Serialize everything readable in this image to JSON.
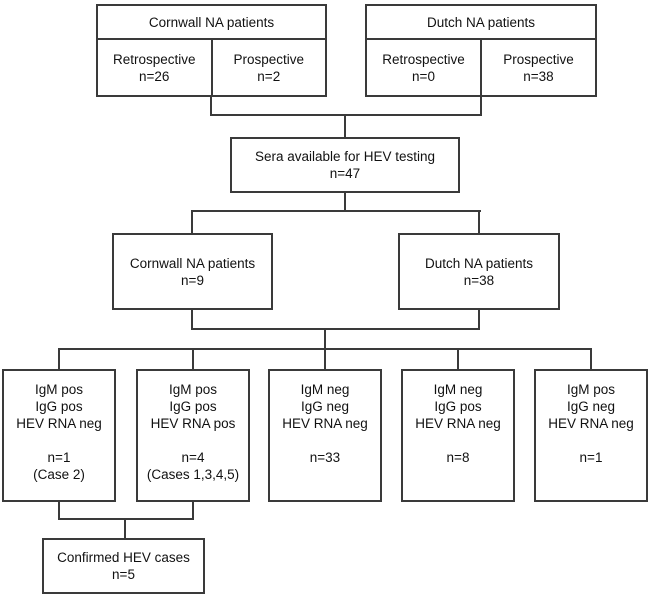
{
  "figure": {
    "background_color": "#ffffff",
    "line_color": "#3a3a3a",
    "text_color": "#111111"
  },
  "diagram": {
    "top_groups": [
      {
        "title": "Cornwall NA patients",
        "cells": [
          {
            "label": "Retrospective",
            "n": "n=26"
          },
          {
            "label": "Prospective",
            "n": "n=2"
          }
        ]
      },
      {
        "title": "Dutch NA patients",
        "cells": [
          {
            "label": "Retrospective",
            "n": "n=0"
          },
          {
            "label": "Prospective",
            "n": "n=38"
          }
        ]
      }
    ],
    "sera_box": {
      "line1": "Sera available for HEV testing",
      "line2": "n=47"
    },
    "cohort_boxes": [
      {
        "line1": "Cornwall NA patients",
        "line2": "n=9"
      },
      {
        "line1": "Dutch NA patients",
        "line2": "n=38"
      }
    ],
    "outcome_boxes": [
      {
        "lines": [
          "IgM pos",
          "IgG pos",
          "HEV RNA neg"
        ],
        "n": "n=1",
        "cases": "(Case 2)"
      },
      {
        "lines": [
          "IgM pos",
          "IgG pos",
          "HEV RNA pos"
        ],
        "n": "n=4",
        "cases": "(Cases 1,3,4,5)"
      },
      {
        "lines": [
          "IgM neg",
          "IgG neg",
          "HEV RNA neg"
        ],
        "n": "n=33",
        "cases": ""
      },
      {
        "lines": [
          "IgM neg",
          "IgG pos",
          "HEV RNA neg"
        ],
        "n": "n=8",
        "cases": ""
      },
      {
        "lines": [
          "IgM pos",
          "IgG neg",
          "HEV RNA neg"
        ],
        "n": "n=1",
        "cases": ""
      }
    ],
    "confirmed_box": {
      "line1": "Confirmed HEV cases",
      "line2": "n=5"
    }
  }
}
